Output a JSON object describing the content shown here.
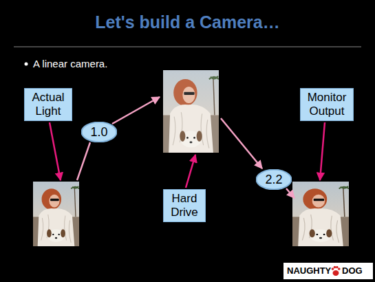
{
  "diagram": {
    "title": "Let's build a Camera…",
    "nodes": [
      {
        "text": [
          "Actual Light"
        ]
      },
      {
        "text": [
          "Monitor Output"
        ]
      },
      {
        "text": [
          "1.0"
        ]
      },
      {
        "text": [
          "2.2"
        ]
      },
      {
        "text": [
          "Hard Drive"
        ]
      }
    ],
    "labels": [
      "A linear camera.",
      "NAUGHTY",
      "DOG"
    ]
  }
}
